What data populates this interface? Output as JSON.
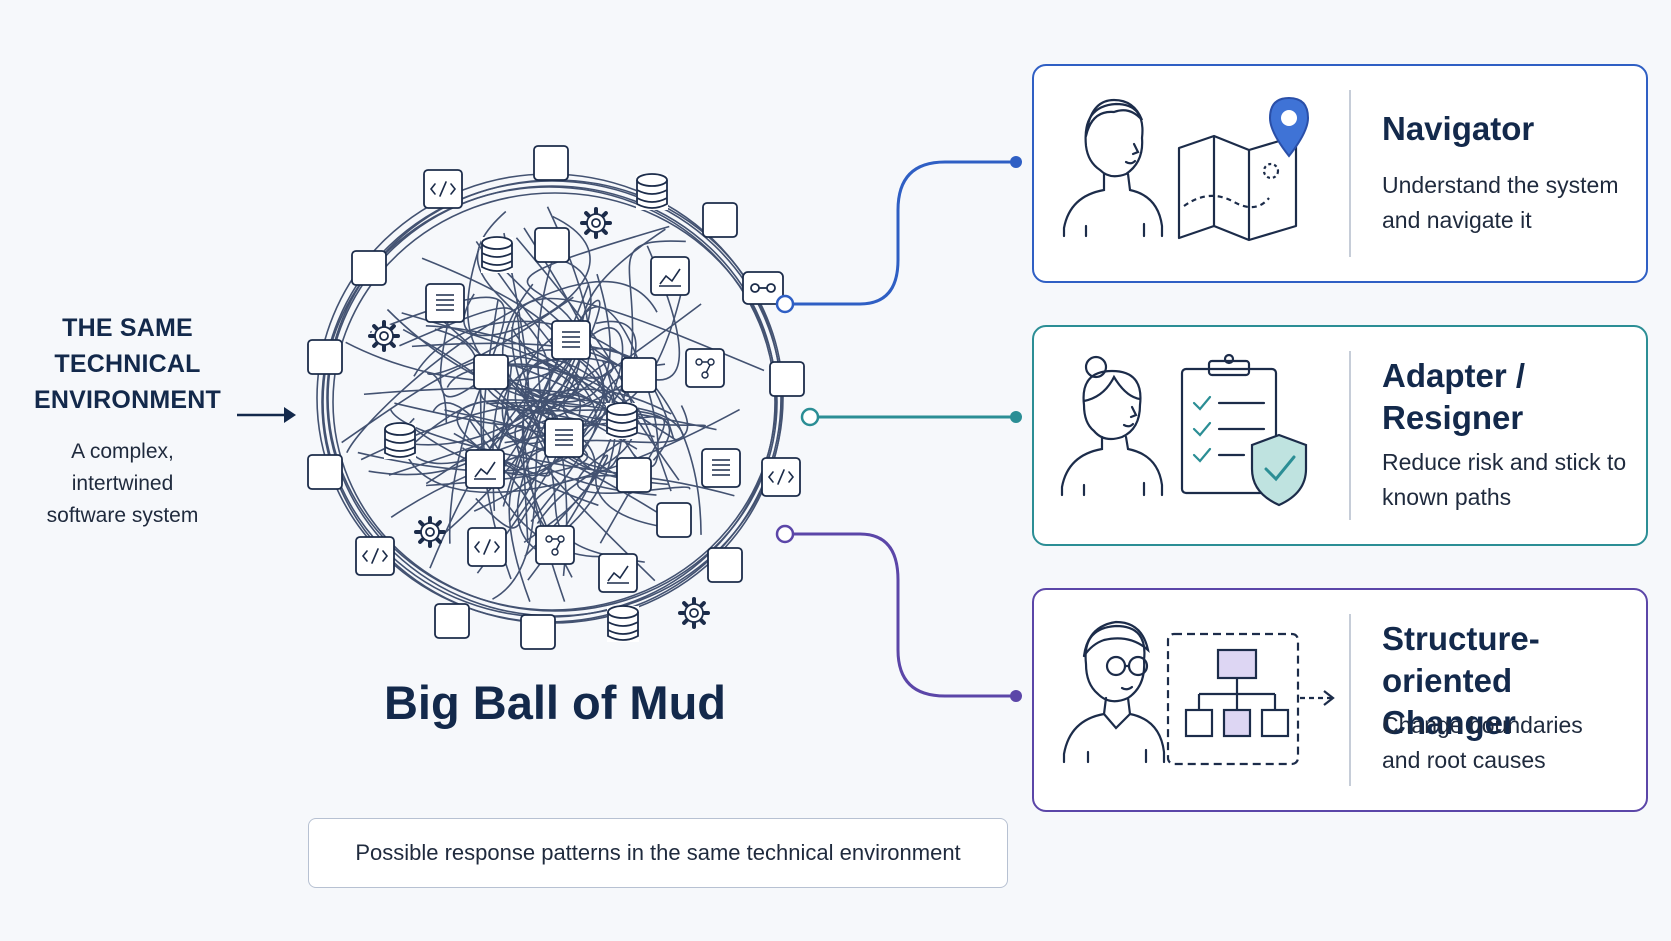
{
  "left": {
    "title_lines": [
      "THE SAME",
      "TECHNICAL",
      "ENVIRONMENT"
    ],
    "subtitle_lines": [
      "A complex,",
      "intertwined",
      "software system"
    ]
  },
  "center": {
    "title": "Big Ball of Mud",
    "caption": "Possible response patterns in the same technical environment"
  },
  "cards": [
    {
      "title_lines": [
        "Navigator"
      ],
      "desc_lines": [
        "Understand the system",
        "and navigate it"
      ],
      "color": "#2f5fc4"
    },
    {
      "title_lines": [
        "Adapter /",
        "Resigner"
      ],
      "desc_lines": [
        "Reduce risk and stick to",
        "known paths"
      ],
      "color": "#2b8e95"
    },
    {
      "title_lines": [
        "Structure-oriented",
        "Changer"
      ],
      "desc_lines": [
        "Change boundaries",
        "and root causes"
      ],
      "color": "#5b46a8"
    }
  ],
  "icons": {
    "ball_nodes": [
      "code-icon",
      "database-icon",
      "gear-icon",
      "document-icon",
      "chart-icon",
      "workflow-icon",
      "toggle-icon"
    ],
    "navigator": [
      "person-icon",
      "map-icon",
      "location-pin-icon"
    ],
    "adapter": [
      "person-icon",
      "checklist-clipboard-icon",
      "shield-check-icon"
    ],
    "changer": [
      "person-glasses-icon",
      "hierarchy-icon",
      "dashed-arrow-icon"
    ]
  },
  "colors": {
    "ink": "#13294b",
    "node_stroke": "#1c2c4a",
    "navigator": "#2f5fc4",
    "adapter": "#2b8e95",
    "changer": "#5b46a8"
  }
}
